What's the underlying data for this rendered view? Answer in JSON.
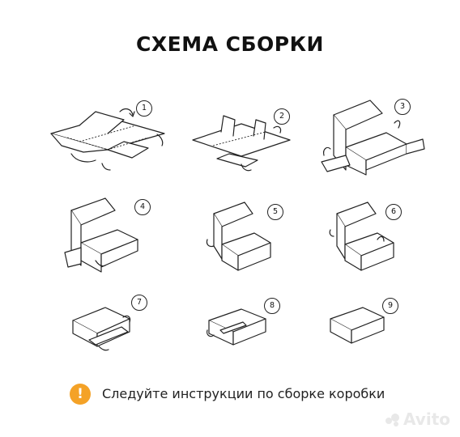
{
  "title": "СХЕМА СБОРКИ",
  "steps": [
    "1",
    "2",
    "3",
    "4",
    "5",
    "6",
    "7",
    "8",
    "9"
  ],
  "instruction": {
    "icon": "exclamation-icon",
    "icon_glyph": "!",
    "icon_color": "#F4A227",
    "text": "Следуйте инструкции по сборке коробки"
  },
  "watermark": {
    "text": "Avito"
  }
}
